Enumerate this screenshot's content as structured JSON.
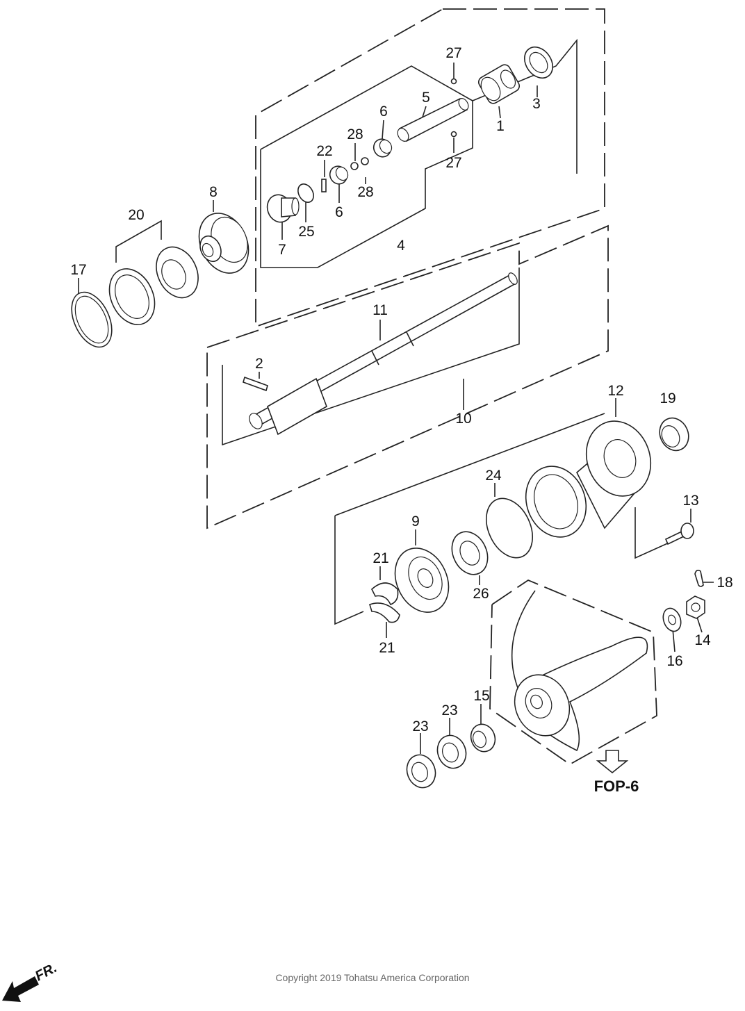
{
  "callouts": [
    "27",
    "3",
    "5",
    "1",
    "6",
    "28",
    "22",
    "27",
    "28",
    "6",
    "25",
    "7",
    "8",
    "4",
    "20",
    "17",
    "11",
    "2",
    "10",
    "12",
    "19",
    "24",
    "13",
    "9",
    "21",
    "26",
    "18",
    "21",
    "14",
    "16",
    "15",
    "23",
    "23"
  ],
  "reference_label": "FOP-6",
  "copyright": "Copyright 2019 Tohatsu America Corporation",
  "orientation_label": "FR."
}
